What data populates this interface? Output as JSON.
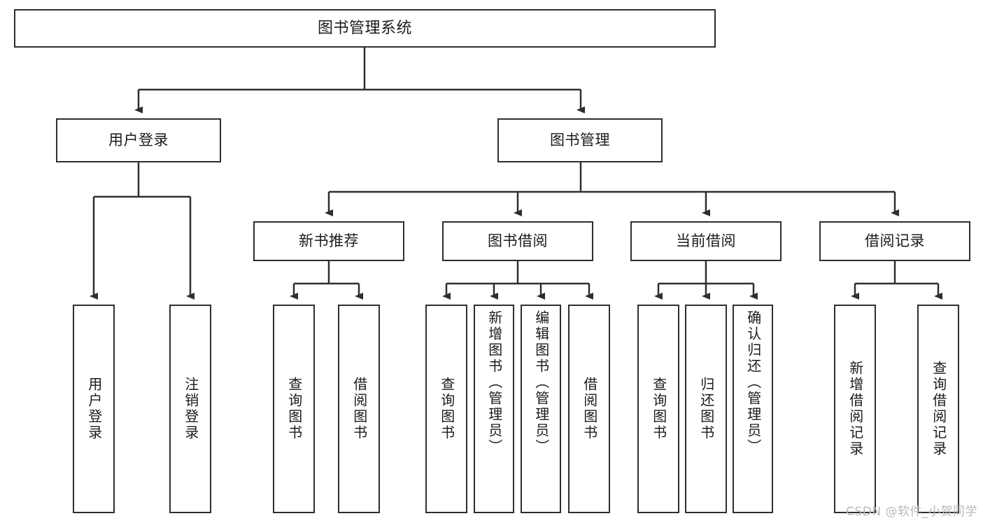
{
  "diagram": {
    "title": "图书管理系统",
    "type": "tree-hierarchy",
    "root": {
      "id": "root",
      "label": "图书管理系统"
    },
    "level1": [
      {
        "id": "user-login",
        "label": "用户登录"
      },
      {
        "id": "book-manage",
        "label": "图书管理"
      }
    ],
    "level2": [
      {
        "id": "new-book-recommend",
        "label": "新书推荐",
        "parent": "book-manage"
      },
      {
        "id": "book-borrow",
        "label": "图书借阅",
        "parent": "book-manage"
      },
      {
        "id": "current-borrow",
        "label": "当前借阅",
        "parent": "book-manage"
      },
      {
        "id": "borrow-record",
        "label": "借阅记录",
        "parent": "book-manage"
      }
    ],
    "leaves": [
      {
        "id": "leaf-user-login",
        "label": "用户登录",
        "parent": "user-login"
      },
      {
        "id": "leaf-logout-login",
        "label": "注销登录",
        "parent": "user-login"
      },
      {
        "id": "leaf-query-book-1",
        "label": "查询图书",
        "parent": "new-book-recommend"
      },
      {
        "id": "leaf-borrow-book-1",
        "label": "借阅图书",
        "parent": "new-book-recommend"
      },
      {
        "id": "leaf-query-book-2",
        "label": "查询图书",
        "parent": "book-borrow"
      },
      {
        "id": "leaf-add-book",
        "label": "新增图书（管理员）",
        "parent": "book-borrow"
      },
      {
        "id": "leaf-edit-book",
        "label": "编辑图书（管理员）",
        "parent": "book-borrow"
      },
      {
        "id": "leaf-borrow-book-2",
        "label": "借阅图书",
        "parent": "book-borrow"
      },
      {
        "id": "leaf-query-book-3",
        "label": "查询图书",
        "parent": "current-borrow"
      },
      {
        "id": "leaf-return-book",
        "label": "归还图书",
        "parent": "current-borrow"
      },
      {
        "id": "leaf-confirm-return",
        "label": "确认归还（管理员）",
        "parent": "current-borrow"
      },
      {
        "id": "leaf-add-record",
        "label": "新增借阅记录",
        "parent": "borrow-record"
      },
      {
        "id": "leaf-query-record",
        "label": "查询借阅记录",
        "parent": "borrow-record"
      }
    ],
    "watermark": "CSDN @软件_小贺同学",
    "colors": {
      "stroke": "#2e2e2e",
      "fill": "#ffffff",
      "text": "#1b1b1b",
      "watermark": "#b9b9b9"
    }
  }
}
